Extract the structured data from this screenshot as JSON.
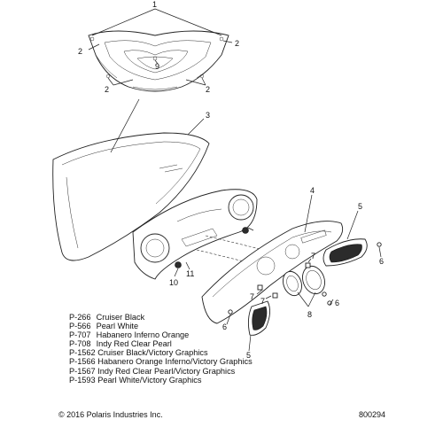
{
  "callouts": {
    "c1": "1",
    "c2a": "2",
    "c2b": "2",
    "c2c": "2",
    "c2d": "2",
    "c9": "9",
    "c3": "3",
    "c4": "4",
    "c5a": "5",
    "c5b": "5",
    "c6a": "6",
    "c6b": "6",
    "c6c": "6",
    "c7a": "7",
    "c7b": "7",
    "c7c": "7",
    "c8": "8",
    "c10": "10",
    "c11": "11"
  },
  "paint_codes": [
    {
      "code": "P-266",
      "name": "Cruiser Black"
    },
    {
      "code": "P-566",
      "name": "Pearl White"
    },
    {
      "code": "P-707",
      "name": "Habanero Inferno Orange"
    },
    {
      "code": "P-708",
      "name": "Indy Red Clear Pearl"
    },
    {
      "code": "P-1562",
      "name": "Cruiser Black/Victory Graphics"
    },
    {
      "code": "P-1566",
      "name": "Habanero Orange Inferno/Victory Graphics"
    },
    {
      "code": "P-1567",
      "name": "Indy Red Clear Pearl/Victory Graphics"
    },
    {
      "code": "P-1593",
      "name": "Pearl White/Victory Graphics"
    }
  ],
  "footer": {
    "copyright": "© 2016 Polaris Industries Inc.",
    "diagram_number": "800294"
  }
}
